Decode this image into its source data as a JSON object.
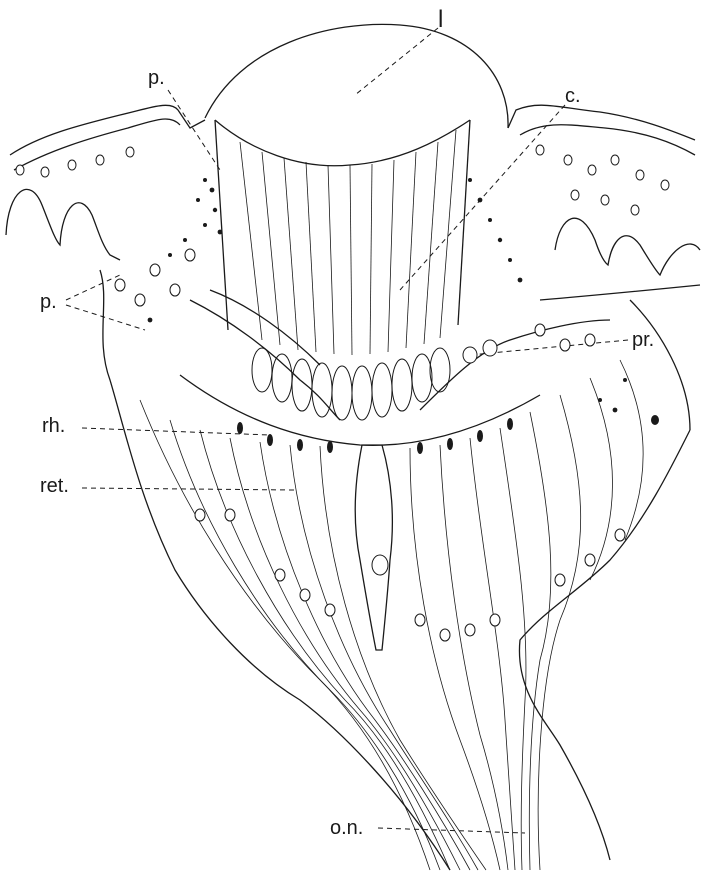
{
  "figure": {
    "labels": {
      "lens": "l",
      "pigment_top": "p.",
      "cornea": "c.",
      "pigment_left": "p.",
      "process": "pr.",
      "rhabdom": "rh.",
      "retina": "ret.",
      "optic_nerve": "o.n."
    },
    "colors": {
      "ink": "#1a1a1a",
      "paper": "#ffffff"
    }
  }
}
